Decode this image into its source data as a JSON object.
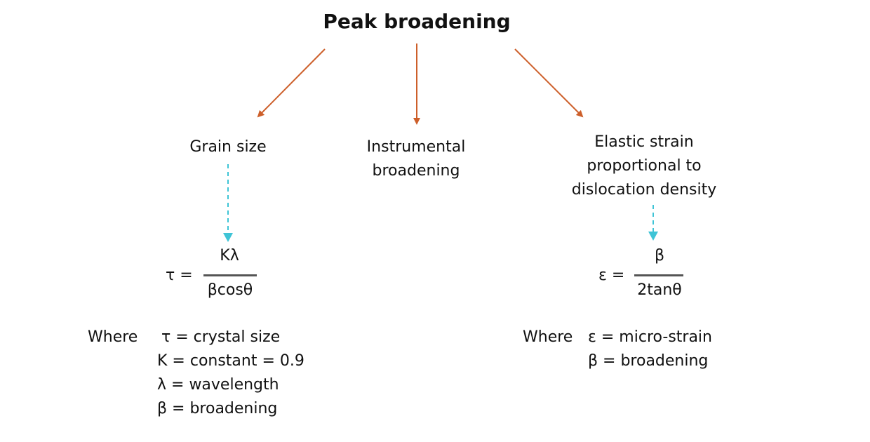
{
  "title": "Peak broadening",
  "colors": {
    "arrow": "#cd5f2a",
    "dashed_arrow": "#3fc4d6",
    "fraction_bar": "#555555",
    "text": "#111111"
  },
  "nodes": {
    "grain_size": {
      "lines": [
        "Grain size"
      ]
    },
    "instrumental": {
      "lines": [
        "Instrumental",
        "broadening"
      ]
    },
    "elastic_strain": {
      "lines": [
        "Elastic strain",
        "proportional to",
        "dislocation density"
      ]
    }
  },
  "formulas": {
    "grain": {
      "lhs": "τ =",
      "numerator": "Kλ",
      "denominator": "βcosθ"
    },
    "strain": {
      "lhs": "ε =",
      "numerator": "β",
      "denominator": "2tanθ"
    }
  },
  "definitions": {
    "grain": {
      "where": "Where",
      "lines": [
        "τ = crystal size",
        "K = constant = 0.9",
        "λ = wavelength",
        "β = broadening"
      ]
    },
    "strain": {
      "where": "Where",
      "lines": [
        "ε = micro-strain",
        "β = broadening"
      ]
    }
  }
}
